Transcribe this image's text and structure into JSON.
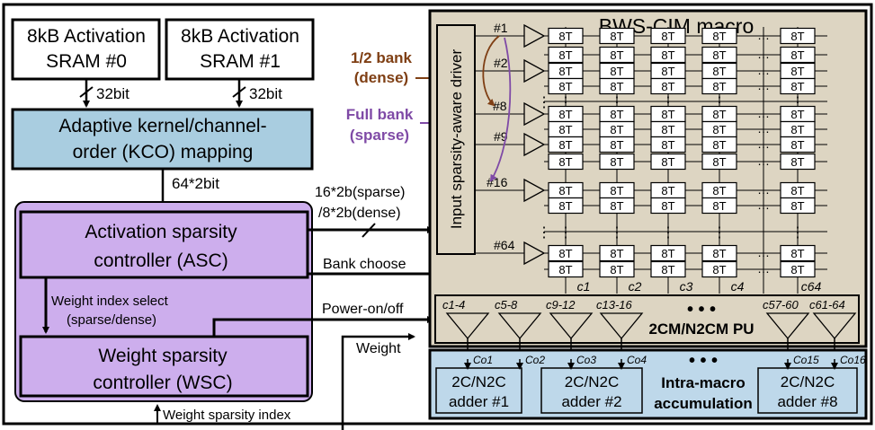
{
  "sram": [
    {
      "line1": "8kB Activation",
      "line2": "SRAM #0",
      "bus": "32bit"
    },
    {
      "line1": "8kB Activation",
      "line2": "SRAM #1",
      "bus": "32bit"
    }
  ],
  "kco": {
    "line1": "Adaptive kernel/channel-",
    "line2": "order (KCO) mapping",
    "bus": "64*2bit"
  },
  "asc": {
    "line1": "Activation sparsity",
    "line2": "controller (ASC)"
  },
  "wsc": {
    "line1": "Weight sparsity",
    "line2": "controller (WSC)"
  },
  "labels": {
    "weight_index_1": "Weight index select",
    "weight_index_2": "(sparse/dense)",
    "sparse_bus_1": "16*2b(sparse)",
    "sparse_bus_2": "/8*2b(dense)",
    "bank_choose": "Bank choose",
    "power": "Power-on/off",
    "weight": "Weight",
    "wsc_index": "Weight sparsity index",
    "half_bank_1": "1/2 bank",
    "half_bank_2": "(dense)",
    "full_bank_1": "Full bank",
    "full_bank_2": "(sparse)"
  },
  "macro": {
    "title": "BWS-CIM macro",
    "driver": "Input sparsity-aware driver",
    "cell": "8T",
    "ellipsis_h": "…",
    "ellipsis_v": "⋮",
    "rows": [
      "#1",
      "#2",
      "#8",
      "#9",
      "#16",
      "#64"
    ],
    "columns": [
      "c1",
      "c2",
      "c3",
      "c4",
      "c64"
    ],
    "pu_inputs": [
      "c1-4",
      "c5-8",
      "c9-12",
      "c13-16",
      "c57-60",
      "c61-64"
    ],
    "pu_dots": "• • •",
    "pu_label": "2CM/N2CM PU"
  },
  "accum": {
    "outputs": [
      "Co1",
      "Co2",
      "Co3",
      "Co4",
      "Co15",
      "Co16"
    ],
    "adders": [
      {
        "line1": "2C/N2C",
        "line2": "adder #1"
      },
      {
        "line1": "2C/N2C",
        "line2": "adder #2"
      },
      {
        "line1": "2C/N2C",
        "line2": "adder #8"
      }
    ],
    "dots": "• • •",
    "label1": "Intra-macro",
    "label2": "accumulation"
  },
  "colors": {
    "kco_fill": "#a9cde0",
    "controller_fill": "#cdaeed",
    "macro_fill": "#ddd5c2",
    "accum_fill": "#bed8ea",
    "half_bank": "#7f3f14",
    "full_bank": "#7f4aa6"
  }
}
